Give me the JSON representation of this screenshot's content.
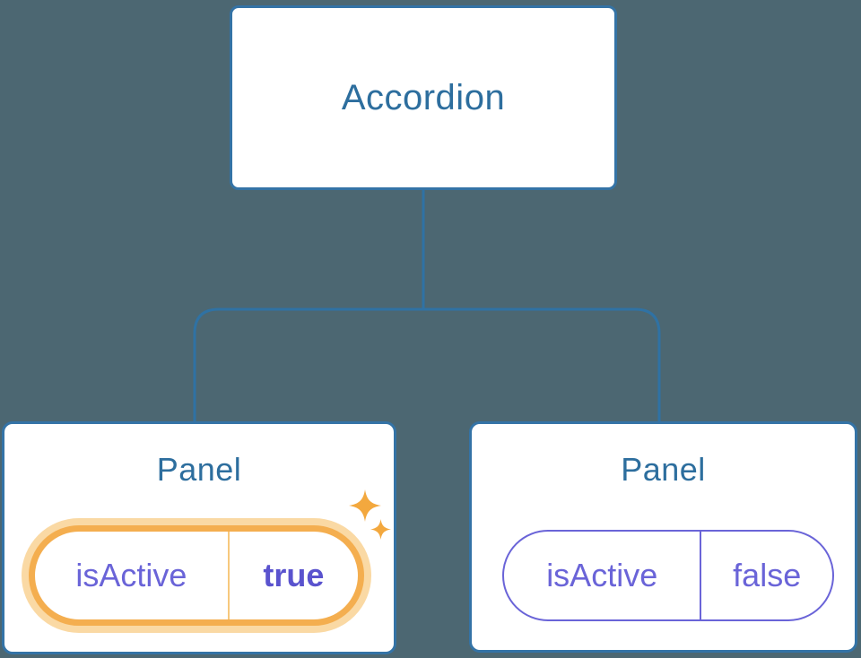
{
  "diagram": {
    "description": "Component tree showing an Accordion parent with two Panel children and their isActive state",
    "root": {
      "label": "Accordion"
    },
    "children": [
      {
        "title": "Panel",
        "prop": {
          "key": "isActive",
          "value": "true"
        },
        "highlighted": true
      },
      {
        "title": "Panel",
        "prop": {
          "key": "isActive",
          "value": "false"
        },
        "highlighted": false
      }
    ],
    "colors": {
      "background": "#4C6772",
      "node_fill": "#FFFFFF",
      "node_border": "#3473A6",
      "node_text": "#2D6E9E",
      "connector": "#2F72A4",
      "state_purple": "#6A64D8",
      "state_value_bold_purple": "#5A53CE",
      "highlight_orange": "#F4AE4F",
      "highlight_halo": "#FAD9A4",
      "highlight_divider": "#F7C87D",
      "sparkle_orange": "#F3A83E"
    }
  }
}
